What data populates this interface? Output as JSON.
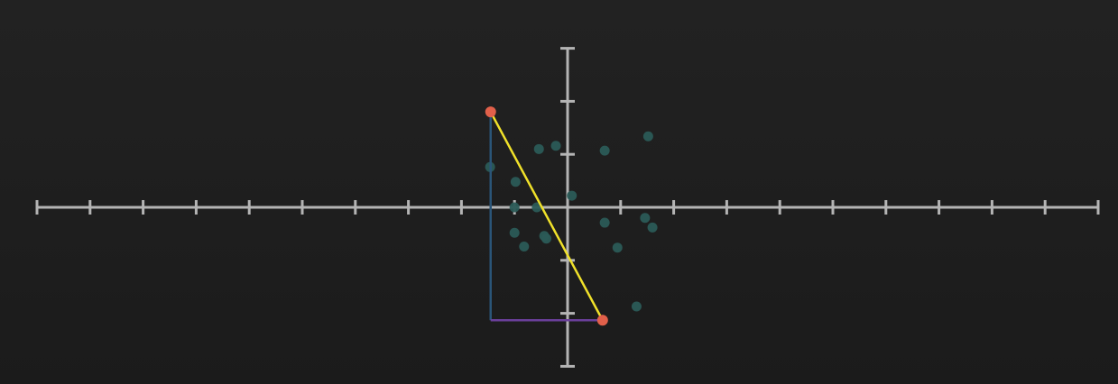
{
  "chart_data": {
    "type": "scatter",
    "title": "",
    "xlabel": "",
    "ylabel": "",
    "xlim": [
      -10,
      10
    ],
    "ylim": [
      -3,
      3
    ],
    "grid": false,
    "x_ticks": [
      -10,
      -9,
      -8,
      -7,
      -6,
      -5,
      -4,
      -3,
      -2,
      -1,
      0,
      1,
      2,
      3,
      4,
      5,
      6,
      7,
      8,
      9,
      10
    ],
    "y_ticks": [
      -3,
      -2,
      -1,
      0,
      1,
      2,
      3
    ],
    "series": [
      {
        "points": [
          [
            -1.46,
            0.76
          ],
          [
            -0.54,
            1.1
          ],
          [
            -0.22,
            1.16
          ],
          [
            0.7,
            1.07
          ],
          [
            1.52,
            1.34
          ],
          [
            -0.98,
            0.48
          ],
          [
            0.08,
            0.22
          ],
          [
            -1.0,
            0.0
          ],
          [
            -0.58,
            0.0
          ],
          [
            0.7,
            -0.29
          ],
          [
            1.46,
            -0.2
          ],
          [
            1.6,
            -0.38
          ],
          [
            -1.0,
            -0.48
          ],
          [
            -0.44,
            -0.54
          ],
          [
            -0.4,
            -0.59
          ],
          [
            -0.82,
            -0.74
          ],
          [
            0.94,
            -0.76
          ],
          [
            1.3,
            -1.87
          ]
        ]
      }
    ],
    "construction": {
      "point_a": [
        -1.45,
        1.8
      ],
      "point_b": [
        0.66,
        -2.13
      ],
      "corner": [
        -1.45,
        -2.13
      ]
    },
    "colors": {
      "background": "#1e1e1e",
      "axis": "#b4b4b4",
      "points": "#2b5b57",
      "hypotenuse": "#f0e12a",
      "vertical_leg": "#2a5578",
      "horizontal_leg": "#6a3f9a",
      "endpoint": "#e1604a"
    }
  }
}
